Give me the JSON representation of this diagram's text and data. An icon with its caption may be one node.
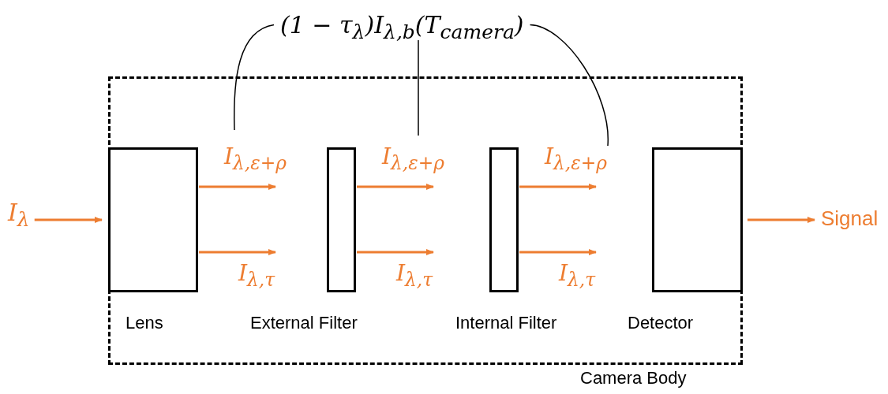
{
  "diagram": {
    "nodes": [
      {
        "text": [
          "Camera Body"
        ]
      },
      {
        "text": [
          "Lens"
        ],
        "in": 0
      },
      {
        "text": [
          "External Filter"
        ],
        "in": 0
      },
      {
        "text": [
          "Internal Filter"
        ],
        "in": 0
      },
      {
        "text": [
          "Detector"
        ],
        "in": 0
      },
      {
        "text": [
          "I$_{λ}$"
        ]
      },
      {
        "text": [
          "Signal"
        ]
      },
      {
        "text": [
          "(1 − τ$_{λ}$)I$_{λ,b}$(T$_{camera}$)"
        ]
      }
    ],
    "edges": [
      {
        "from": 5,
        "to": 1,
        "arrow": "to"
      },
      {
        "from": 1,
        "to": null,
        "arrow": "to",
        "label": "I$_{λ,ε+ρ}$"
      },
      {
        "from": 1,
        "to": null,
        "arrow": "to",
        "label": "I$_{λ,τ}$"
      },
      {
        "from": 2,
        "to": null,
        "arrow": "to",
        "label": "I$_{λ,ε+ρ}$"
      },
      {
        "from": 2,
        "to": null,
        "arrow": "to",
        "label": "I$_{λ,τ}$"
      },
      {
        "from": 3,
        "to": null,
        "arrow": "to",
        "label": "I$_{λ,ε+ρ}$"
      },
      {
        "from": 3,
        "to": null,
        "arrow": "to",
        "label": "I$_{λ,τ}$"
      },
      {
        "from": 4,
        "to": 6,
        "arrow": "to"
      },
      {
        "from": 7,
        "to": null,
        "arrow": "none",
        "color": "#000000"
      },
      {
        "from": 7,
        "to": null,
        "arrow": "none",
        "color": "#000000"
      },
      {
        "from": 7,
        "to": null,
        "arrow": "none",
        "color": "#000000"
      }
    ]
  }
}
